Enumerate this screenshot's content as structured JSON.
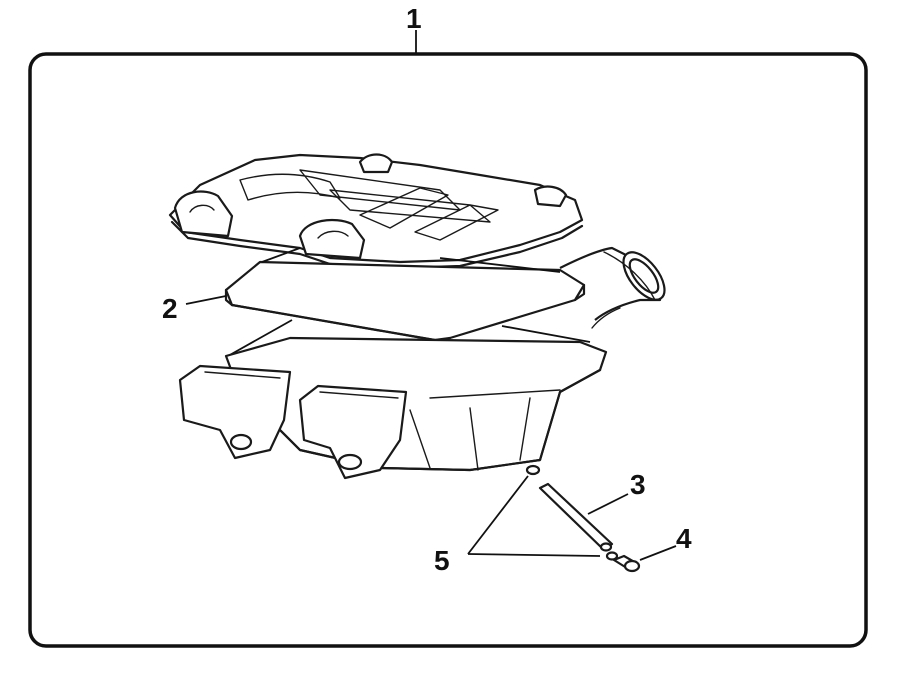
{
  "diagram": {
    "callouts": {
      "assembly": "1",
      "filter_element": "2",
      "rod": "3",
      "bolt": "4",
      "clip": "5"
    },
    "colors": {
      "line": "#1a1a1a",
      "background": "#ffffff"
    }
  }
}
